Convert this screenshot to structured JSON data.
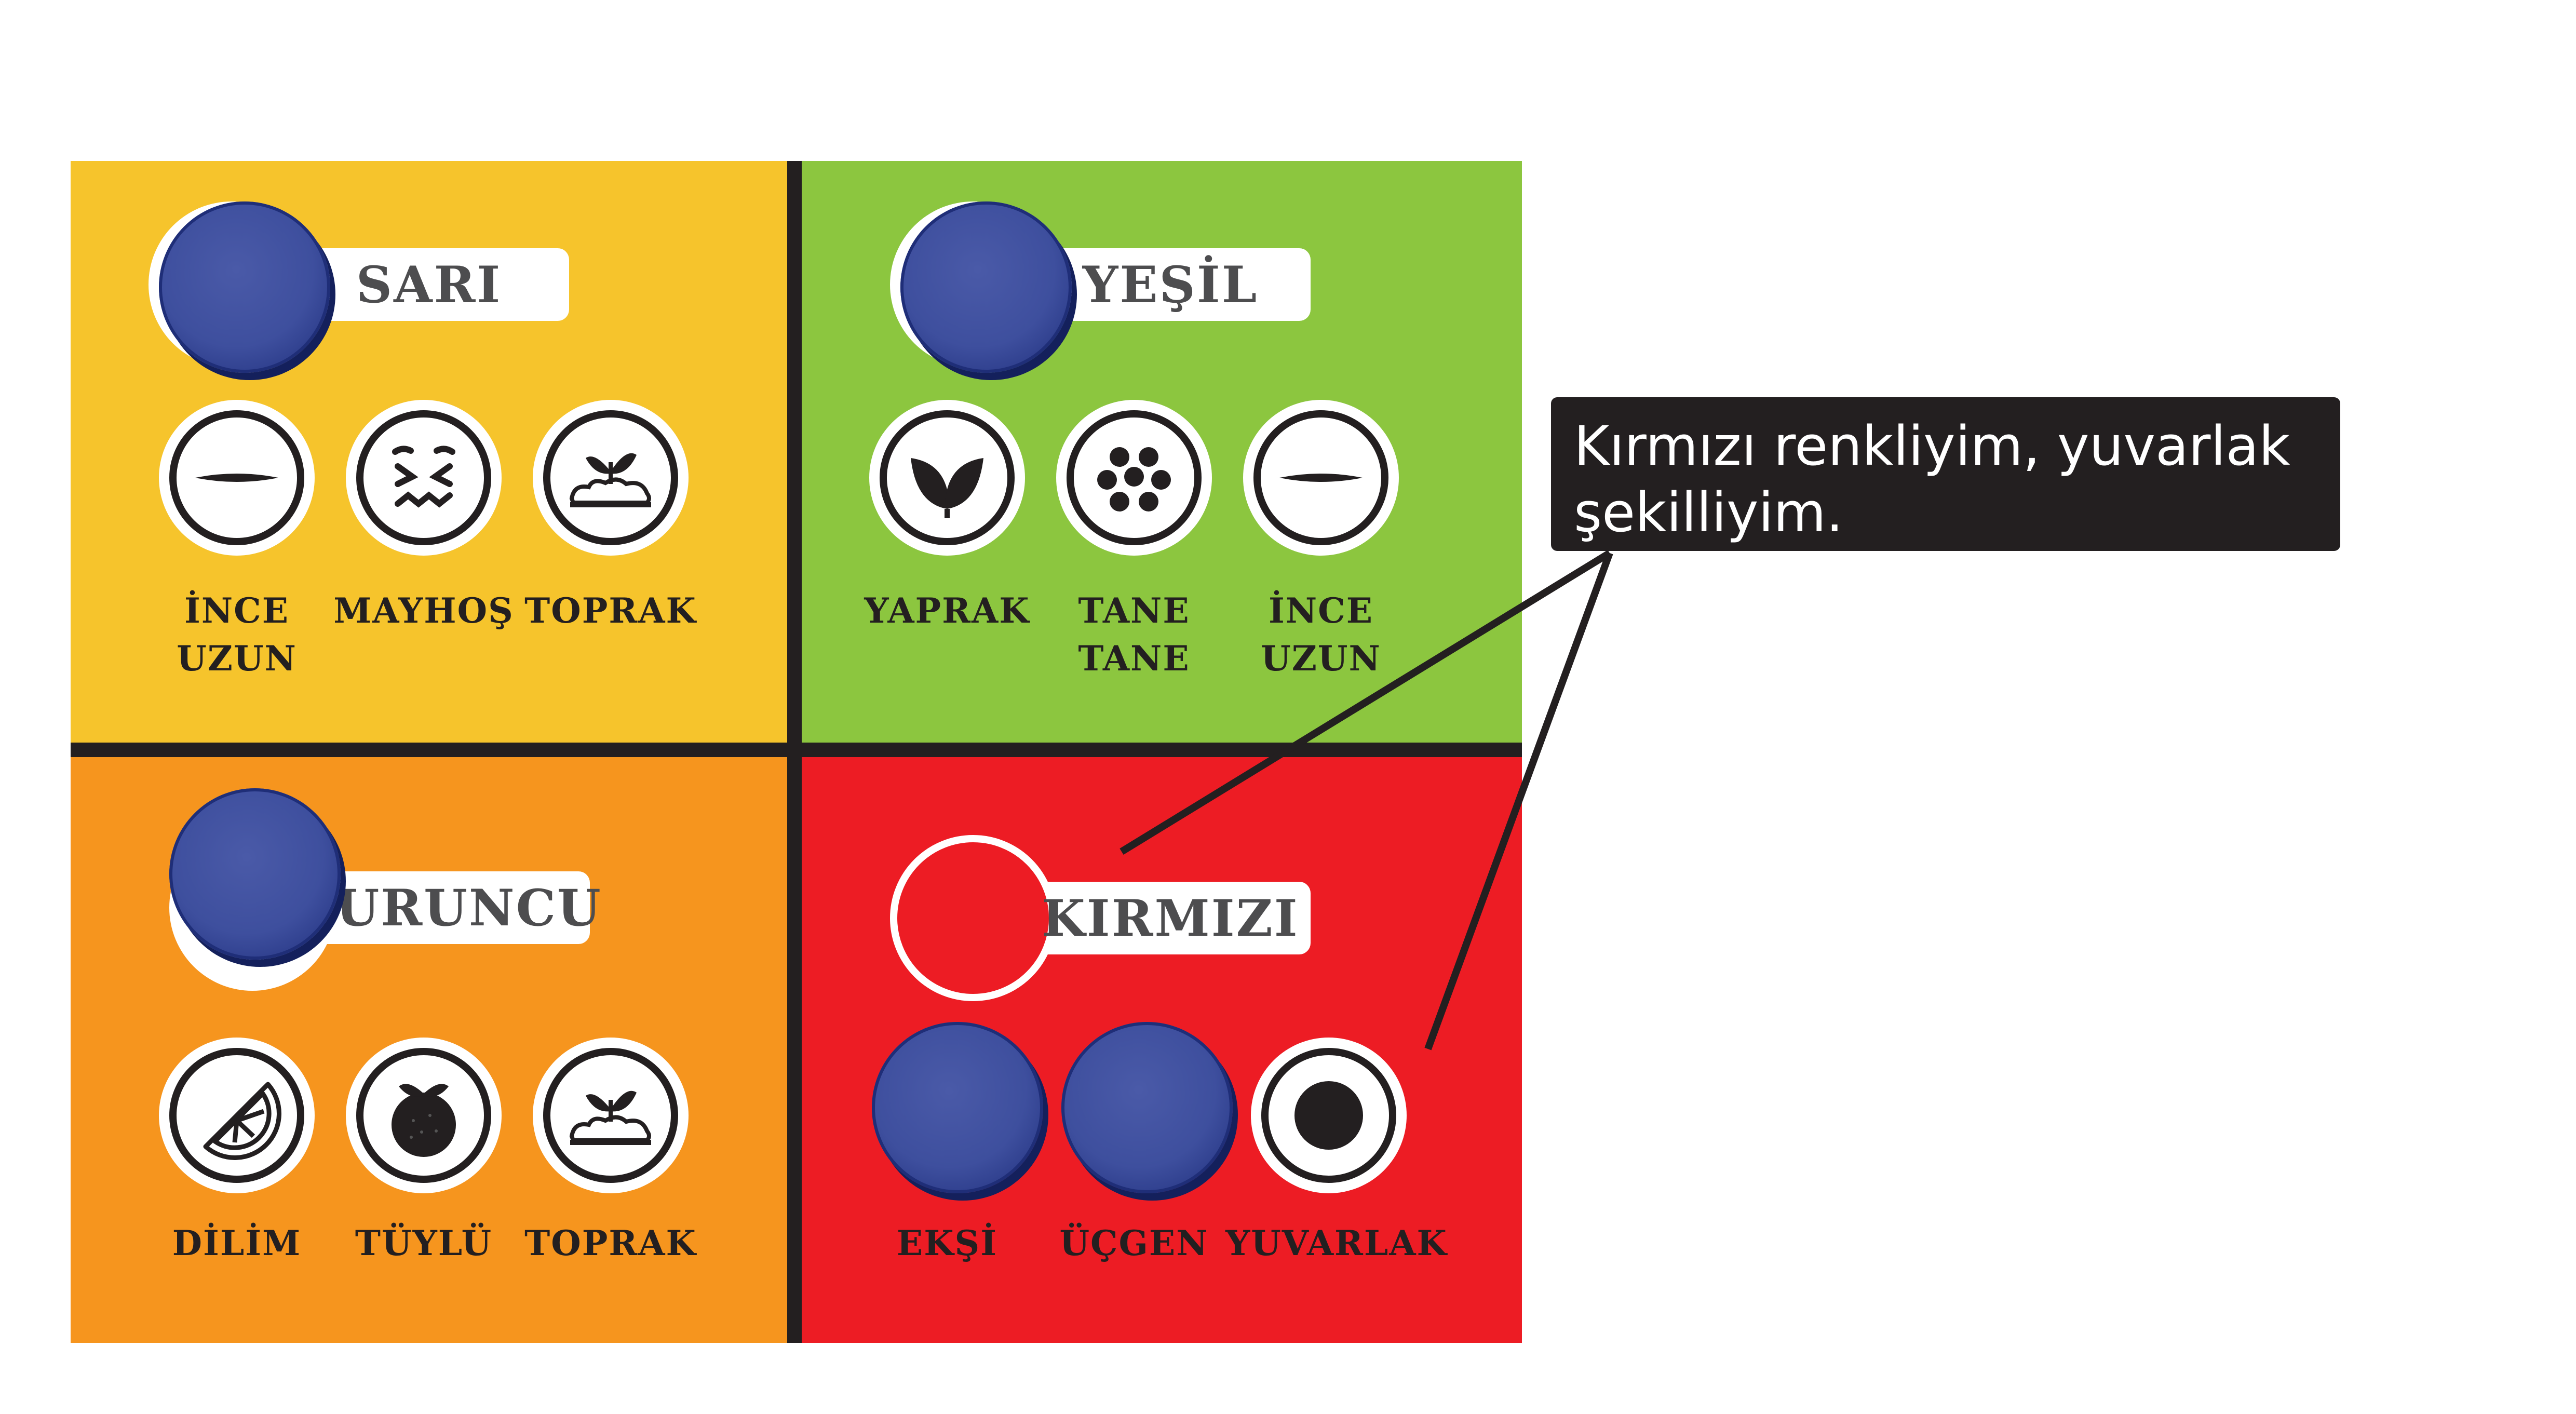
{
  "quadrants": {
    "sari": {
      "title": "SARI",
      "words": [
        {
          "label": "İNCE\nUZUN"
        },
        {
          "label": "MAYHOŞ"
        },
        {
          "label": "TOPRAK"
        }
      ]
    },
    "yesil": {
      "title": "YEŞİL",
      "words": [
        {
          "label": "YAPRAK"
        },
        {
          "label": "TANE\nTANE"
        },
        {
          "label": "İNCE\nUZUN"
        }
      ]
    },
    "turuncu": {
      "title": "TURUNCU",
      "words": [
        {
          "label": "DİLİM"
        },
        {
          "label": "TÜYLÜ"
        },
        {
          "label": "TOPRAK"
        }
      ]
    },
    "kirmizi": {
      "title": "KIRMIZI",
      "words": [
        {
          "label": "EKŞİ"
        },
        {
          "label": "ÜÇGEN"
        },
        {
          "label": "YUVARLAK"
        }
      ]
    }
  },
  "callout": {
    "text": "Kırmızı renkliyim, yuvarlak\nşekilliyim."
  },
  "colors": {
    "sari": "#f6c42c",
    "yesil": "#8cc63f",
    "turuncu": "#f6951e",
    "kirmizi": "#ed1c24",
    "board_divider": "#231f20",
    "dot_blue": "#3e4f9e",
    "callout_bg": "#231f20"
  },
  "icons": {
    "sari": [
      "thin-line-icon",
      "sour-face-icon",
      "soil-sprout-icon"
    ],
    "yesil": [
      "leaves-icon",
      "grains-icon",
      "thin-line-icon"
    ],
    "turuncu": [
      "citrus-slice-icon",
      "fuzzy-fruit-icon",
      "soil-sprout-icon"
    ],
    "kirmizi": [
      "round-dot-icon"
    ]
  }
}
